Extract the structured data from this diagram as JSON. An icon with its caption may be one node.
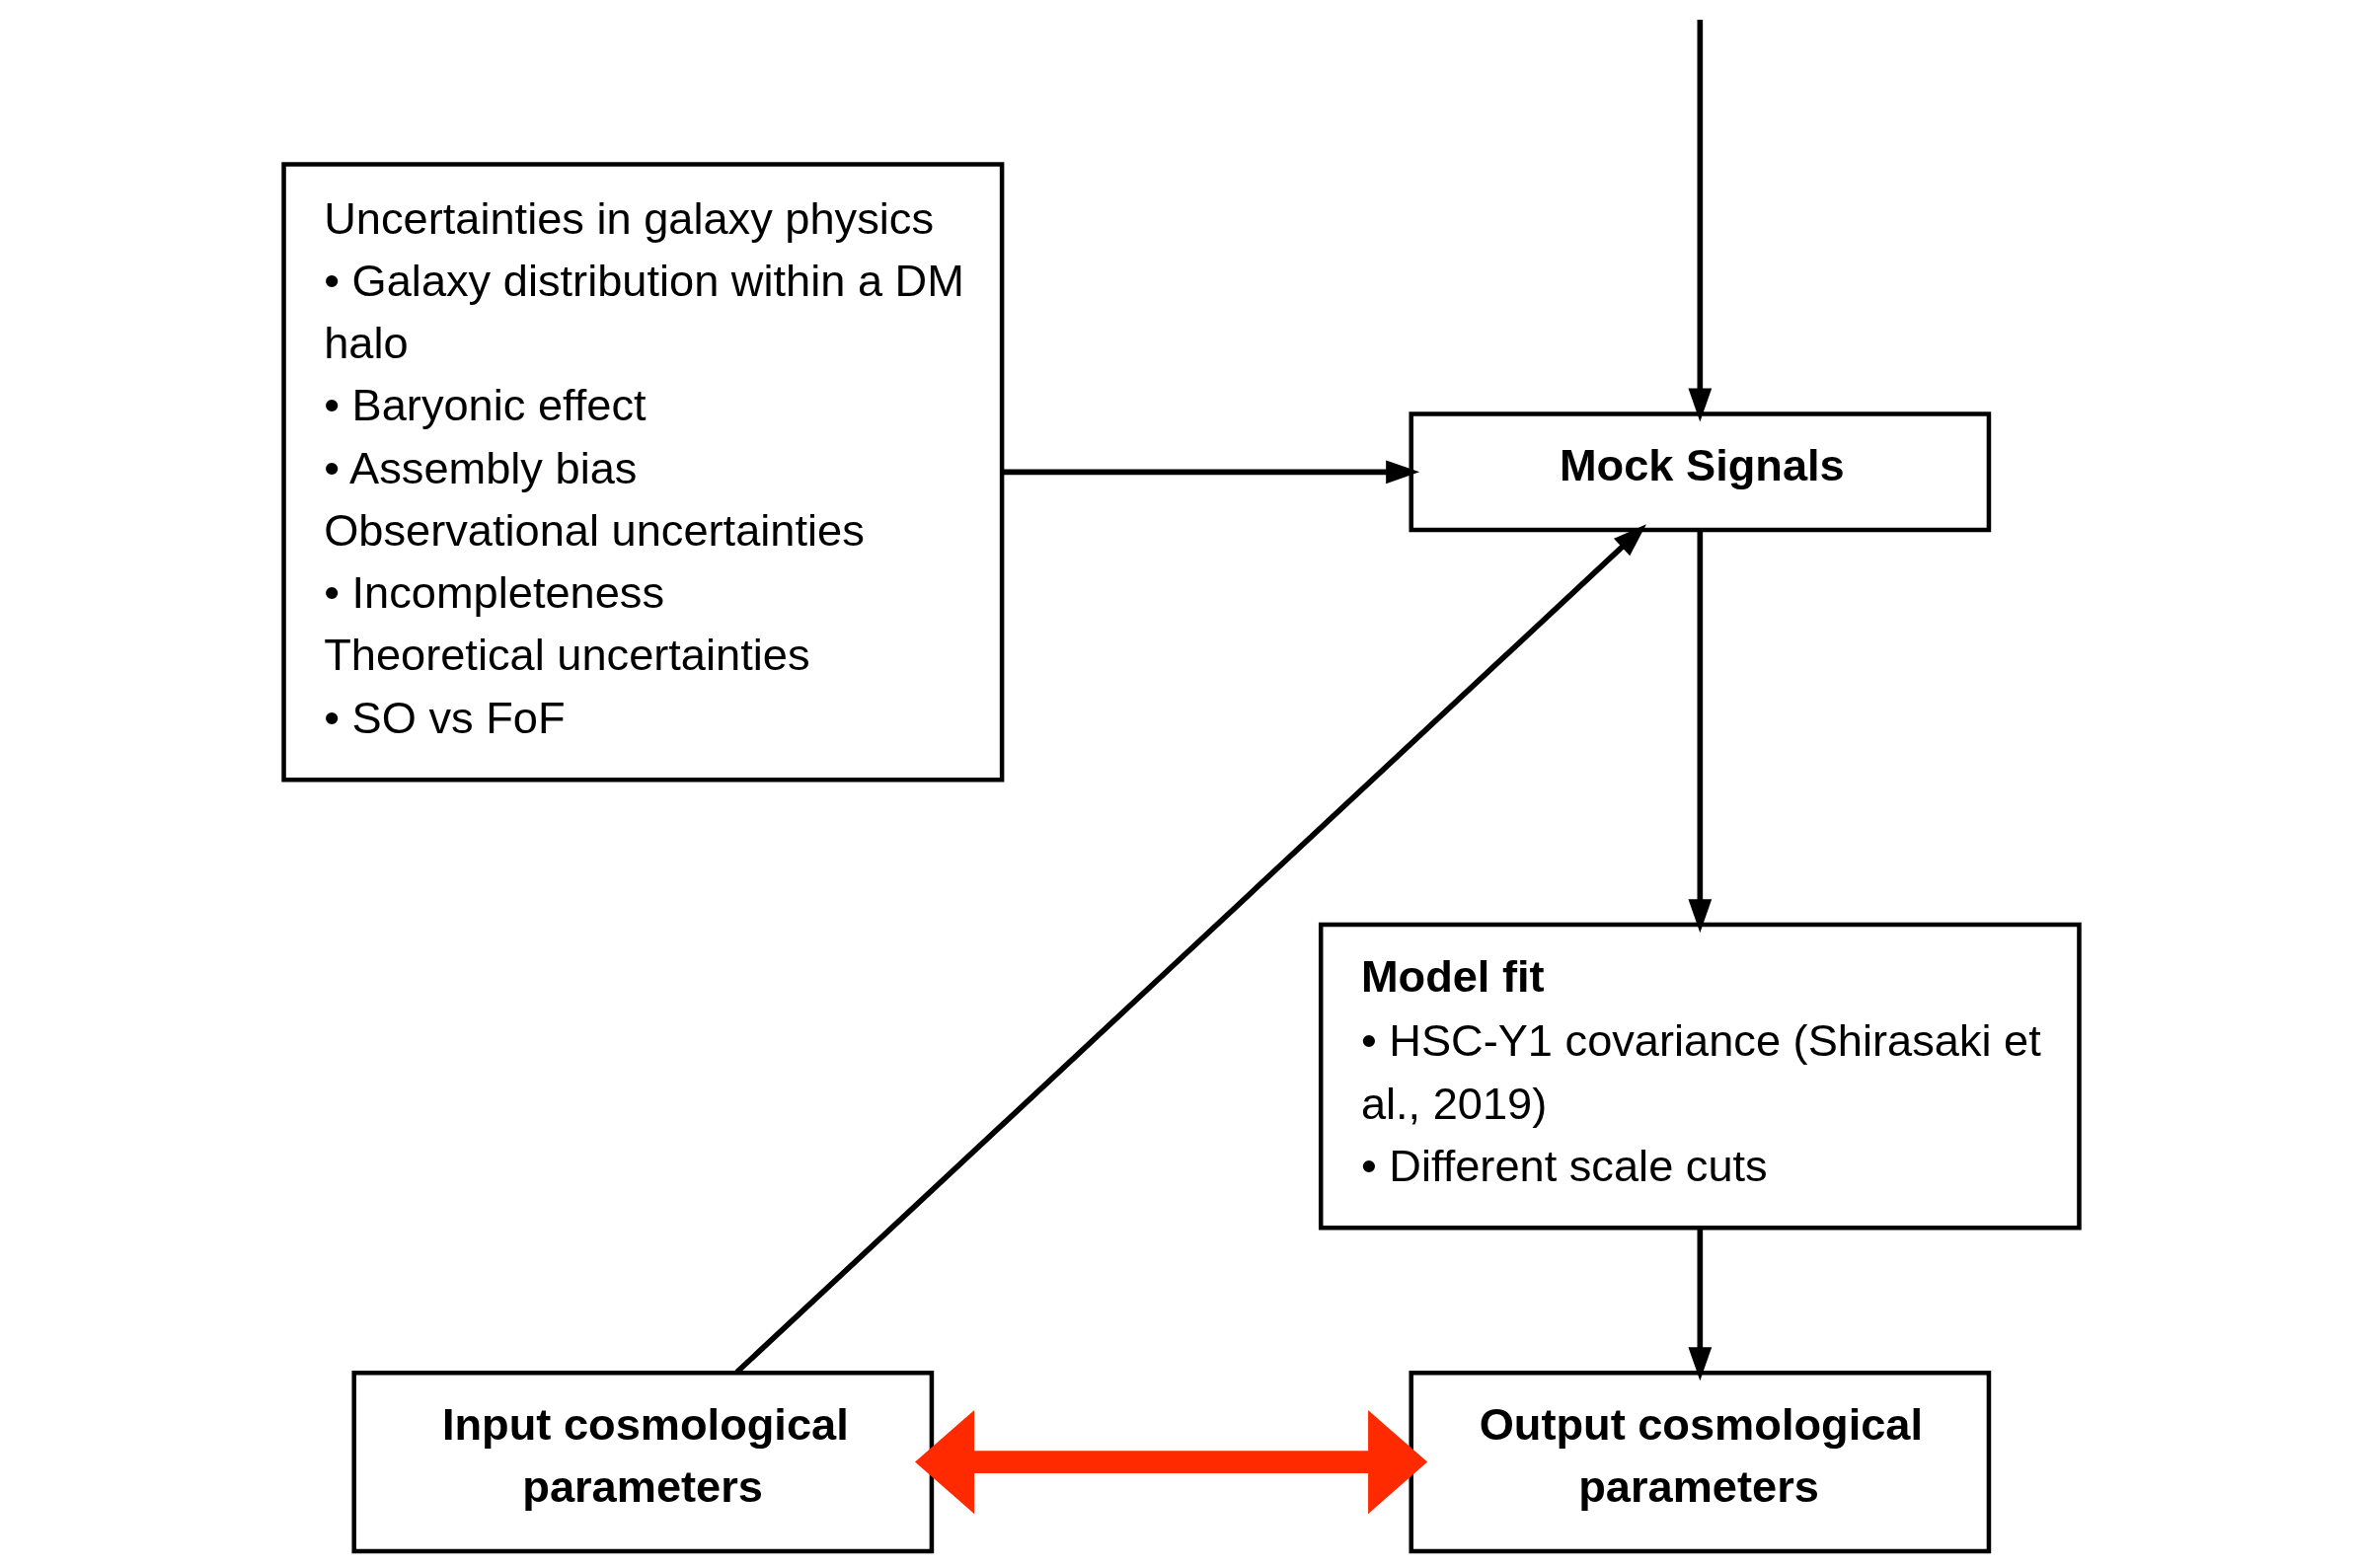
{
  "diagram": {
    "nodes": [
      {
        "text": [
          "Uncertainties in galaxy physics",
          "• Galaxy distribution within a DM halo",
          "• Baryonic effect",
          "• Assembly bias",
          "Observational uncertainties",
          "• Incompleteness",
          "Theoretical uncertainties",
          "• SO vs FoF"
        ]
      },
      {
        "text": [
          "Input cosmological parameters"
        ]
      },
      {
        "text": [
          "Mock Signals"
        ]
      },
      {
        "text": [
          "Model fit",
          "• HSC-Y1 covariance (Shirasaki et al., 2019)",
          "• Different scale cuts"
        ]
      },
      {
        "text": [
          "Output cosmological parameters"
        ]
      }
    ],
    "edges": [
      {
        "from": null,
        "to": 2,
        "arrow": "to"
      },
      {
        "from": 0,
        "to": 2,
        "arrow": "to"
      },
      {
        "from": 1,
        "to": 2,
        "arrow": "to"
      },
      {
        "from": 2,
        "to": 3,
        "arrow": "to"
      },
      {
        "from": 3,
        "to": 4,
        "arrow": "to"
      },
      {
        "from": 1,
        "to": 4,
        "arrow": "both",
        "style": "thick",
        "color": "#ff2a00"
      }
    ]
  }
}
